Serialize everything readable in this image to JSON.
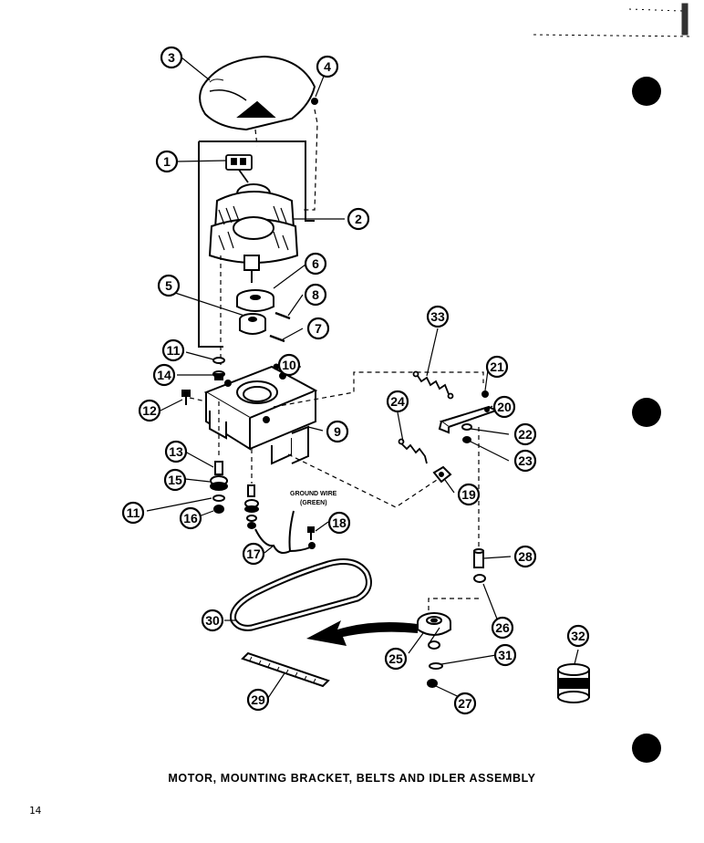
{
  "caption": "MOTOR, MOUNTING BRACKET, BELTS AND IDLER ASSEMBLY",
  "page_number": "14",
  "ground_wire_label_line1": "GROUND WIRE",
  "ground_wire_label_line2": "(GREEN)",
  "callouts": [
    "1",
    "2",
    "3",
    "4",
    "5",
    "6",
    "7",
    "8",
    "9",
    "10",
    "11",
    "11",
    "12",
    "13",
    "14",
    "15",
    "16",
    "17",
    "18",
    "19",
    "20",
    "21",
    "22",
    "23",
    "24",
    "25",
    "26",
    "27",
    "28",
    "29",
    "30",
    "31",
    "32",
    "33"
  ],
  "binder_holes": 3
}
